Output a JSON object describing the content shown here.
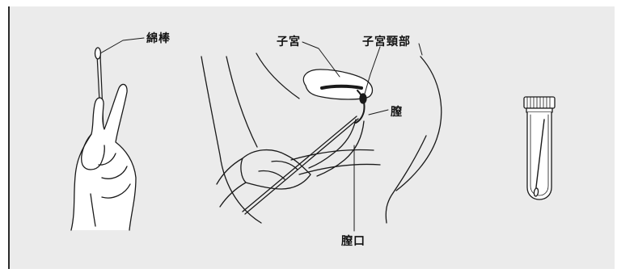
{
  "labels": {
    "swab": "綿棒",
    "uterus": "子宮",
    "cervix": "子宮頸部",
    "vagina": "膣",
    "vaginal_opening": "膣口"
  },
  "colors": {
    "background": "#ebebeb",
    "line": "#1a1a1a",
    "fill": "#ffffff"
  }
}
